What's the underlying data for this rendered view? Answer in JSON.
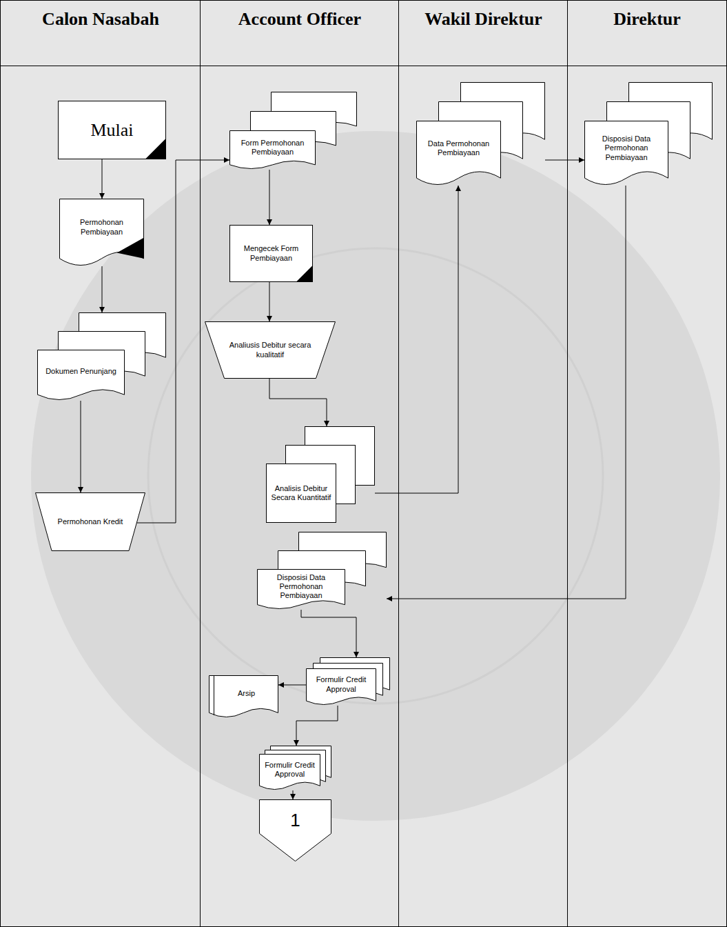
{
  "diagram": {
    "nodes": [
      {
        "text": [
          "Calon Nasabah"
        ]
      },
      {
        "text": [
          "Account Officer"
        ]
      },
      {
        "text": [
          "Wakil Direktur"
        ]
      },
      {
        "text": [
          "Direktur"
        ]
      },
      {
        "text": [
          "Mulai"
        ],
        "in": 0
      },
      {
        "text": [
          "Permohonan Pembiayaan"
        ],
        "in": 0
      },
      {
        "text": [
          "Dokumen Penunjang"
        ],
        "in": 0
      },
      {
        "text": [
          "Permohonan Kredit"
        ],
        "in": 0
      },
      {
        "text": [
          "Form Permohonan Pembiayaan"
        ],
        "in": 1
      },
      {
        "text": [
          "Mengecek Form Pembiayaan"
        ],
        "in": 1
      },
      {
        "text": [
          "Analiusis Debitur secara kualitatif"
        ],
        "in": 1
      },
      {
        "text": [
          "Analisis Debitur Secara Kuantitatif"
        ],
        "in": 1
      },
      {
        "text": [
          "Disposisi Data Permohonan Pembiayaan"
        ],
        "in": 1
      },
      {
        "text": [
          "Formulir Credit Approval"
        ],
        "in": 1
      },
      {
        "text": [
          "Arsip"
        ],
        "in": 1
      },
      {
        "text": [
          "Formulir Credit Approval"
        ],
        "in": 1
      },
      {
        "text": [
          "1"
        ],
        "in": 1
      },
      {
        "text": [
          "Data Permohonan Pembiayaan"
        ],
        "in": 2
      },
      {
        "text": [
          "Disposisi Data Permohonan Pembiayaan"
        ],
        "in": 3
      }
    ],
    "edges": [
      {
        "from": 4,
        "to": 5,
        "arrow": "to"
      },
      {
        "from": 5,
        "to": 6,
        "arrow": "to"
      },
      {
        "from": 6,
        "to": 7,
        "arrow": "to"
      },
      {
        "from": 7,
        "to": 8,
        "arrow": "to"
      },
      {
        "from": 8,
        "to": 9,
        "arrow": "to"
      },
      {
        "from": 9,
        "to": 10,
        "arrow": "to"
      },
      {
        "from": 10,
        "to": 11,
        "arrow": "to"
      },
      {
        "from": 11,
        "to": 17,
        "arrow": "to"
      },
      {
        "from": 17,
        "to": 18,
        "arrow": "to"
      },
      {
        "from": 18,
        "to": 12,
        "arrow": "to"
      },
      {
        "from": 12,
        "to": 13,
        "arrow": "to"
      },
      {
        "from": 13,
        "to": 14,
        "arrow": "to"
      },
      {
        "from": 13,
        "to": 15,
        "arrow": "to"
      },
      {
        "from": 15,
        "to": 16,
        "arrow": "to"
      }
    ]
  }
}
